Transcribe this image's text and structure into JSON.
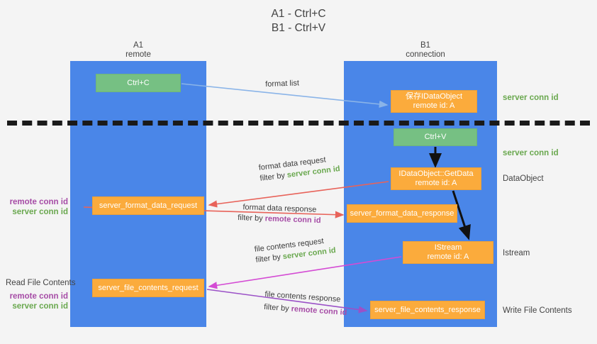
{
  "title": "A1 - Ctrl+C\nB1 - Ctrl+V",
  "columns": {
    "left": {
      "header": "A1\nremote"
    },
    "right": {
      "header": "B1\nconnection"
    }
  },
  "boxes": {
    "ctrl_c": "Ctrl+C",
    "idataobject": "保存IDataObject\nremote id: A",
    "ctrl_v": "Ctrl+V",
    "getdata": "IDataObject::GetData\nremote id: A",
    "server_format_data_request": "server_format_data_request",
    "server_format_data_response": "server_format_data_response",
    "istream": "IStream\nremote id: A",
    "server_file_contents_request": "server_file_contents_request",
    "server_file_contents_response": "server_file_contents_response"
  },
  "flows": {
    "format_list": "format list",
    "format_data_request": "format data request",
    "format_data_request_filter_prefix": "filter by ",
    "format_data_request_filter_value": "server conn id",
    "format_data_response": "format data response",
    "format_data_response_filter_prefix": "filter by ",
    "format_data_response_filter_value": "remote conn id",
    "file_contents_request": "file contents request",
    "file_contents_request_filter_prefix": "filter by ",
    "file_contents_request_filter_value": "server conn id",
    "file_contents_response": "file contents response",
    "file_contents_response_filter_prefix": "filter by ",
    "file_contents_response_filter_value": "remote conn id"
  },
  "annotations": {
    "right": {
      "server_conn_id_top": "server conn id",
      "server_conn_id_mid": "server conn id",
      "dataobject": "DataObject",
      "istream": "Istream",
      "write_file_contents": "Write File Contents"
    },
    "left": {
      "remote_conn_id_1": "remote conn id",
      "server_conn_id_1": "server conn id",
      "read_file_contents": "Read File Contents",
      "remote_conn_id_2": "remote conn id",
      "server_conn_id_2": "server conn id"
    }
  },
  "colors": {
    "lane": "#4a86e8",
    "green_box": "#76c083",
    "orange_box": "#fbab3c",
    "background": "#f4f4f4",
    "divider": "#1a1a1a",
    "arrow_blue": "#8ab4e8",
    "arrow_red": "#e8635a",
    "arrow_magenta": "#d44bd4",
    "arrow_purple": "#9b51c7",
    "arrow_black": "#111111",
    "green_text": "#6aa84f",
    "purple_text": "#a64ca6"
  }
}
